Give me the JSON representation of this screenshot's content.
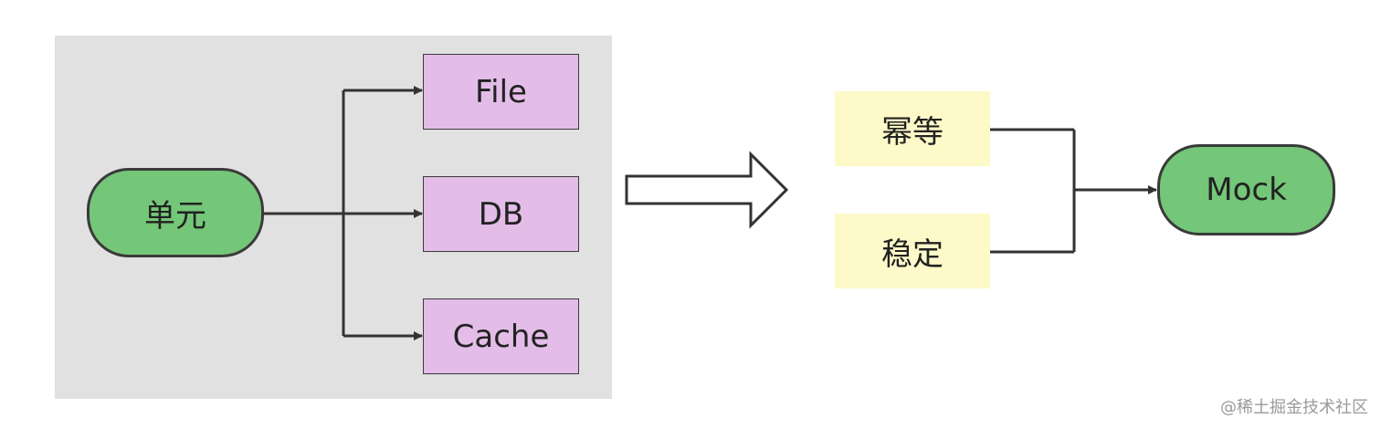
{
  "colors": {
    "panel": "#e1e1e1",
    "pill_fill": "#74c678",
    "storage_fill": "#e3bde8",
    "feature_fill": "#fdf9c8",
    "line": "#333333"
  },
  "left_group": {
    "source": "单元",
    "targets": [
      "File",
      "DB",
      "Cache"
    ]
  },
  "right_group": {
    "features": [
      "幂等",
      "稳定"
    ],
    "result": "Mock"
  },
  "watermark": "@稀土掘金技术社区"
}
